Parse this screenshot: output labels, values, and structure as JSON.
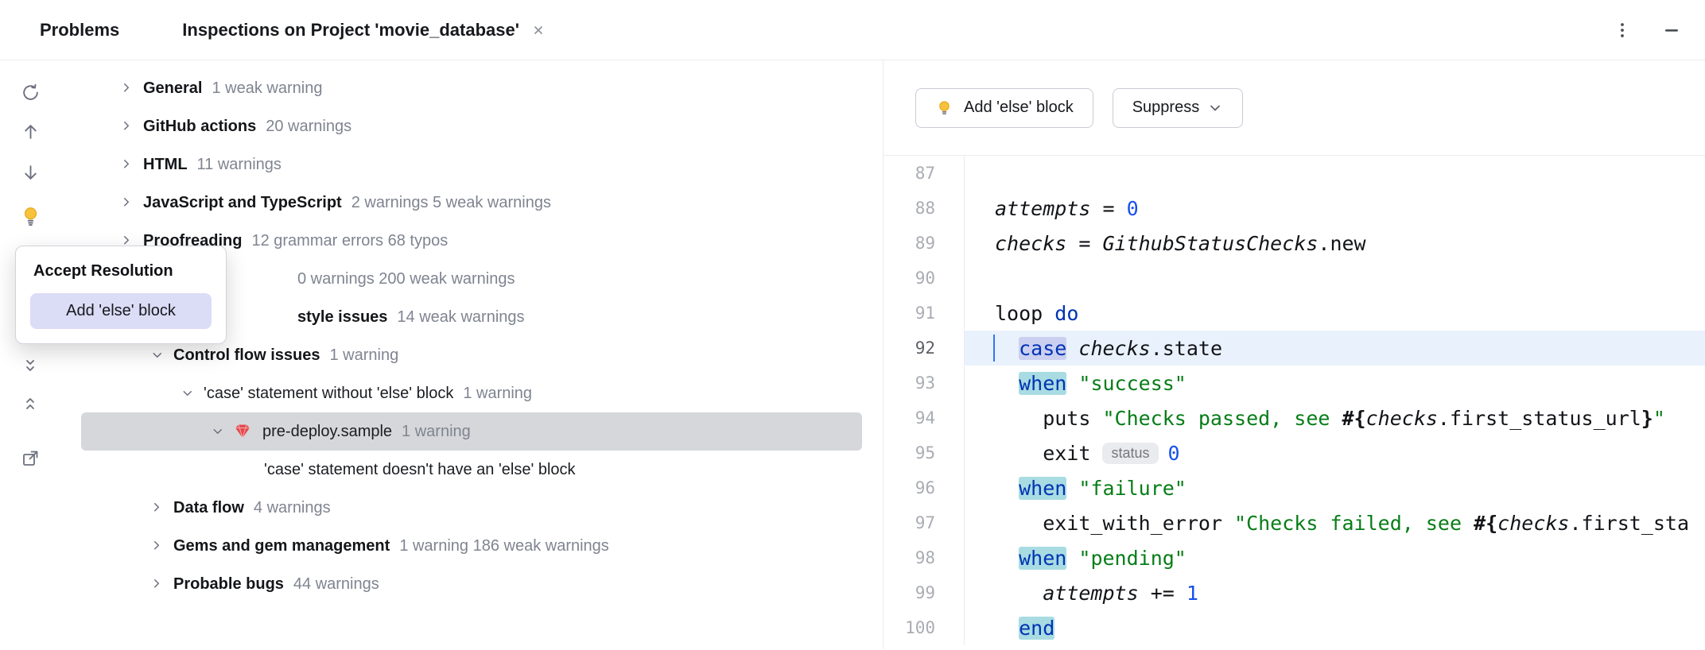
{
  "header": {
    "problems_label": "Problems",
    "tab_title": "Inspections on Project 'movie_database'"
  },
  "left_toolbar": {
    "icons": [
      "refresh-icon",
      "arrow-up-icon",
      "arrow-down-icon",
      "quick-fix-bulb-icon",
      "expand-all-icon",
      "collapse-all-icon",
      "open-in-editor-icon"
    ]
  },
  "popup": {
    "title": "Accept Resolution",
    "button_label": "Add 'else' block"
  },
  "actions": {
    "fix_label": "Add 'else' block",
    "suppress_label": "Suppress"
  },
  "tree": {
    "rows": [
      {
        "level": 1,
        "expand": "collapsed",
        "label": "General",
        "bold": true,
        "counts": "1 weak warning"
      },
      {
        "level": 1,
        "expand": "collapsed",
        "label": "GitHub actions",
        "bold": true,
        "counts": "20 warnings"
      },
      {
        "level": 1,
        "expand": "collapsed",
        "label": "HTML",
        "bold": true,
        "counts": "11 warnings"
      },
      {
        "level": 1,
        "expand": "collapsed",
        "label": "JavaScript and TypeScript",
        "bold": true,
        "counts": "2 warnings 5 weak warnings"
      },
      {
        "level": 1,
        "expand": "collapsed",
        "label": "Proofreading",
        "bold": true,
        "counts": "12 grammar errors 68 typos"
      },
      {
        "fragment": true,
        "counts": "0 warnings 200 weak warnings"
      },
      {
        "fragment": true,
        "label": "style issues",
        "bold": true,
        "counts": "14 weak warnings"
      },
      {
        "level": 2,
        "expand": "expanded",
        "label": "Control flow issues",
        "bold": true,
        "counts": "1 warning"
      },
      {
        "level": 3,
        "expand": "expanded",
        "label": "'case' statement without 'else' block",
        "bold": false,
        "counts": "1 warning"
      },
      {
        "level": 4,
        "expand": "expanded",
        "icon": "ruby",
        "label": "pre-deploy.sample",
        "bold": false,
        "counts": "1 warning",
        "selected": true
      },
      {
        "level": 5,
        "label": "'case' statement doesn't have an 'else' block",
        "bold": false
      },
      {
        "level": 2,
        "expand": "collapsed",
        "label": "Data flow",
        "bold": true,
        "counts": "4 warnings"
      },
      {
        "level": 2,
        "expand": "collapsed",
        "label": "Gems and gem management",
        "bold": true,
        "counts": "1 warning 186 weak warnings"
      },
      {
        "level": 2,
        "expand": "collapsed",
        "label": "Probable bugs",
        "bold": true,
        "counts": "44 warnings"
      }
    ]
  },
  "editor": {
    "lines": [
      {
        "num": "87",
        "tokens": []
      },
      {
        "num": "88",
        "tokens": [
          {
            "t": "attempts",
            "c": "var"
          },
          {
            "t": " = ",
            "c": "plain"
          },
          {
            "t": "0",
            "c": "num"
          }
        ]
      },
      {
        "num": "89",
        "tokens": [
          {
            "t": "checks",
            "c": "var"
          },
          {
            "t": " = ",
            "c": "plain"
          },
          {
            "t": "GithubStatusChecks",
            "c": "cls"
          },
          {
            "t": ".new",
            "c": "plain"
          }
        ]
      },
      {
        "num": "90",
        "tokens": []
      },
      {
        "num": "91",
        "tokens": [
          {
            "t": "loop ",
            "c": "plain"
          },
          {
            "t": "do",
            "c": "kw"
          }
        ]
      },
      {
        "num": "92",
        "caret": true,
        "tokens": [
          {
            "t": "  ",
            "c": "plain"
          },
          {
            "t": "case",
            "c": "kw hl-case"
          },
          {
            "t": " ",
            "c": "plain"
          },
          {
            "t": "checks",
            "c": "var"
          },
          {
            "t": ".state",
            "c": "plain"
          }
        ]
      },
      {
        "num": "93",
        "tokens": [
          {
            "t": "  ",
            "c": "plain"
          },
          {
            "t": "when",
            "c": "kw hl-when"
          },
          {
            "t": " ",
            "c": "plain"
          },
          {
            "t": "\"success\"",
            "c": "str"
          }
        ]
      },
      {
        "num": "94",
        "tokens": [
          {
            "t": "    puts ",
            "c": "plain"
          },
          {
            "t": "\"Checks passed, see ",
            "c": "str"
          },
          {
            "t": "#{",
            "c": "interp"
          },
          {
            "t": "checks",
            "c": "var"
          },
          {
            "t": ".first_status_url",
            "c": "plain"
          },
          {
            "t": "}",
            "c": "interp"
          },
          {
            "t": "\"",
            "c": "str"
          }
        ]
      },
      {
        "num": "95",
        "tokens": [
          {
            "t": "    exit ",
            "c": "plain"
          },
          {
            "t": "status",
            "c": "chip"
          },
          {
            "t": "0",
            "c": "num"
          }
        ]
      },
      {
        "num": "96",
        "tokens": [
          {
            "t": "  ",
            "c": "plain"
          },
          {
            "t": "when",
            "c": "kw hl-when"
          },
          {
            "t": " ",
            "c": "plain"
          },
          {
            "t": "\"failure\"",
            "c": "str"
          }
        ]
      },
      {
        "num": "97",
        "tokens": [
          {
            "t": "    exit_with_error ",
            "c": "plain"
          },
          {
            "t": "\"Checks failed, see ",
            "c": "str"
          },
          {
            "t": "#{",
            "c": "interp"
          },
          {
            "t": "checks",
            "c": "var"
          },
          {
            "t": ".first_sta",
            "c": "plain"
          }
        ]
      },
      {
        "num": "98",
        "tokens": [
          {
            "t": "  ",
            "c": "plain"
          },
          {
            "t": "when",
            "c": "kw hl-when"
          },
          {
            "t": " ",
            "c": "plain"
          },
          {
            "t": "\"pending\"",
            "c": "str"
          }
        ]
      },
      {
        "num": "99",
        "tokens": [
          {
            "t": "    ",
            "c": "plain"
          },
          {
            "t": "attempts",
            "c": "var"
          },
          {
            "t": " += ",
            "c": "plain"
          },
          {
            "t": "1",
            "c": "num"
          }
        ]
      },
      {
        "num": "100",
        "tokens": [
          {
            "t": "  ",
            "c": "plain"
          },
          {
            "t": "end",
            "c": "kw hl-when"
          }
        ]
      }
    ]
  },
  "colors": {
    "keyword": "#0033b3",
    "string": "#067d17",
    "number": "#1750eb",
    "caret_line": "#e9f2fc",
    "case_highlight": "#cbd0f0",
    "when_highlight": "#a8dce2",
    "selected_row": "#d6d7da",
    "popup_button_bg": "#dbdcf6",
    "ruby_icon": "#e5484d",
    "bulb_yellow": "#f7c23c"
  }
}
